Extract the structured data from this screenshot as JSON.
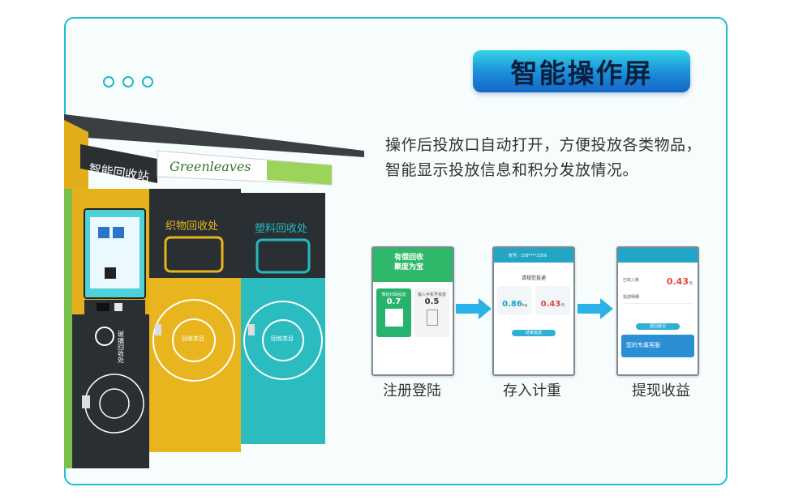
{
  "title": "智能操作屏",
  "description": "操作后投放口自动打开，方便投放各类物品， 智能显示投放信息和积分发放情况。",
  "kiosk": {
    "station_sign": "智能回收站",
    "banner": "Greenleaves",
    "door_textile": "织物回收处",
    "door_plastic": "塑料回收处",
    "door_glass": "玻璃回收处",
    "category_label": "回收类目",
    "colors": {
      "yellow": "#e8b51e",
      "teal": "#27b9bd",
      "dark": "#2a2f33"
    }
  },
  "steps": [
    {
      "caption": "注册登陆",
      "banner_line1": "有偿回收",
      "banner_line2": "聚废为宝",
      "card1_label": "微信扫码投放",
      "card1_value": "0.7",
      "card2_label": "输入手机号投放",
      "card2_value": "0.5"
    },
    {
      "caption": "存入计重",
      "header_text": "账号：158****3356",
      "title": "请规范投递",
      "stat1_value": "0.86",
      "stat1_unit": "kg",
      "stat2_value": "0.43",
      "stat2_unit": "元",
      "button": "结束投放"
    },
    {
      "caption": "提现收益",
      "row_label": "已收入账",
      "row_value": "0.43",
      "row_unit": "元",
      "detail_title": "投放明细",
      "button": "返回首页",
      "promo": "您的专属客服"
    }
  ]
}
